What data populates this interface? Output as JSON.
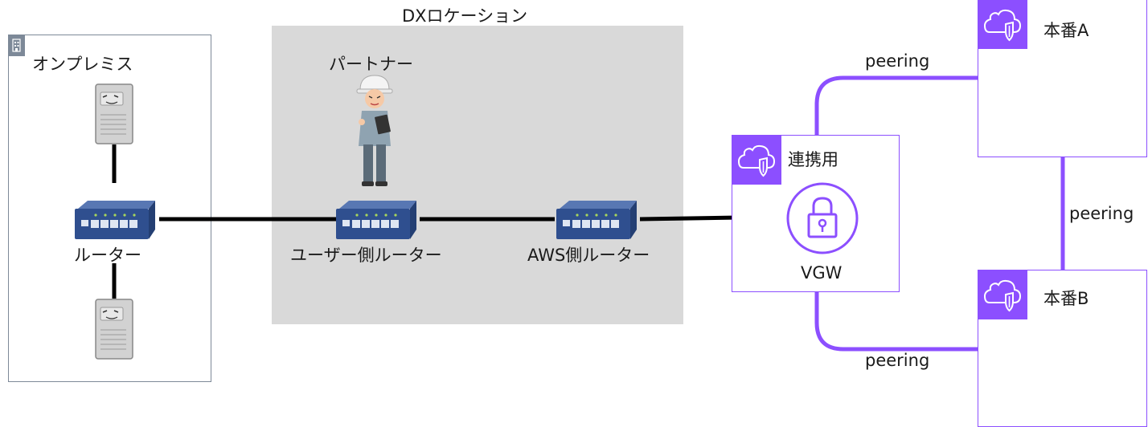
{
  "groups": {
    "onprem": "オンプレミス",
    "dx_location": "DXロケーション",
    "partner": "パートナー"
  },
  "routers": {
    "onprem_router": "ルーター",
    "user_router": "ユーザー側ルーター",
    "aws_router": "AWS側ルーター"
  },
  "vpcs": {
    "link": "連携用",
    "prod_a": "本番A",
    "prod_b": "本番B"
  },
  "vgw": "VGW",
  "peering": {
    "top": "peering",
    "right": "peering",
    "bottom": "peering"
  },
  "colors": {
    "vpc_accent": "#8c4fff",
    "onprem_border": "#7d8998",
    "dx_background": "#d9d9d9",
    "router_body": "#2f4f8f",
    "connection_line": "#000000"
  },
  "icons": {
    "onprem_badge": "building-icon",
    "server": "server-icon",
    "router": "network-switch-icon",
    "worker": "worker-with-clipboard-icon",
    "vpc": "cloud-shield-icon",
    "vgw": "lock-icon"
  }
}
